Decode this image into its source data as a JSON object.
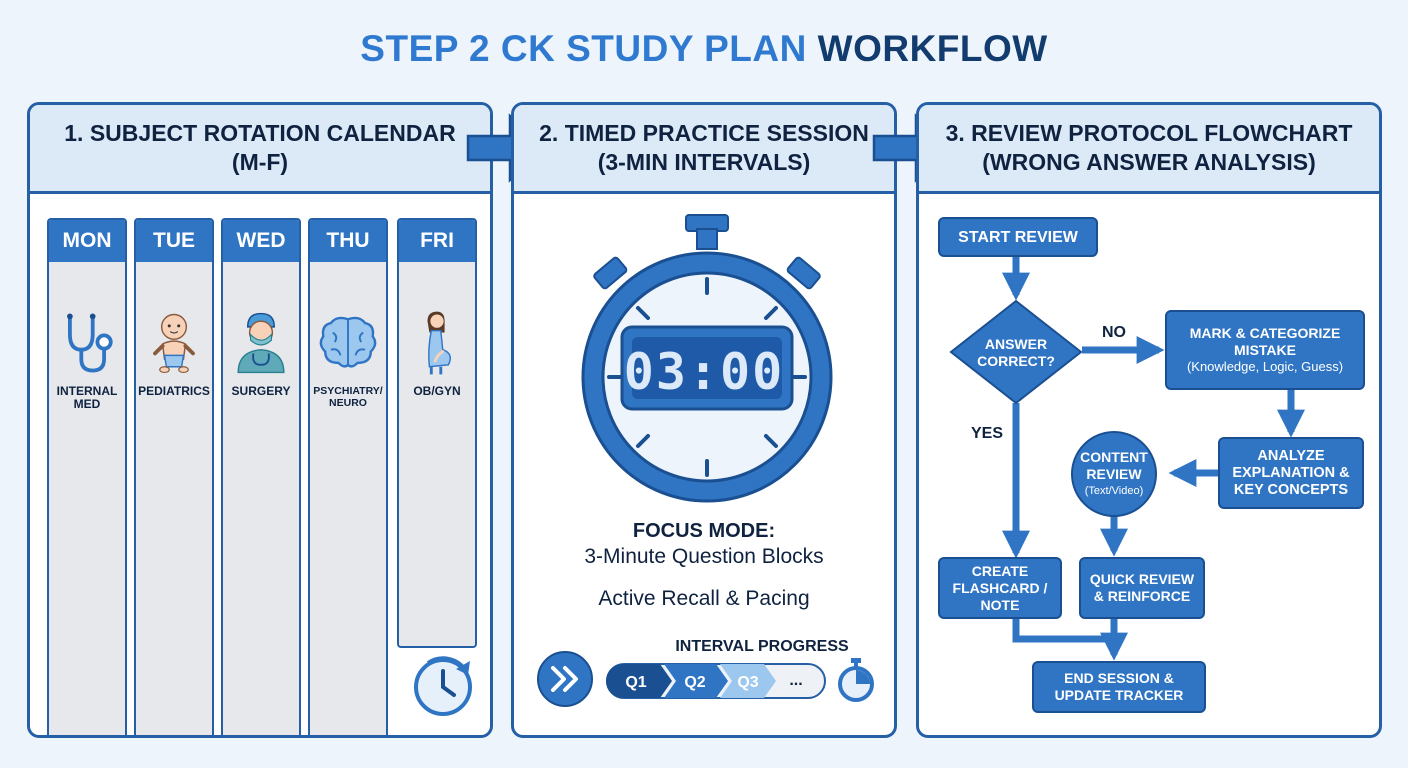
{
  "title": {
    "light": "STEP 2 CK STUDY PLAN",
    "dark": "WORKFLOW"
  },
  "panels": {
    "calendar": {
      "line1": "1. SUBJECT ROTATION CALENDAR",
      "line2": "(M-F)"
    },
    "timer": {
      "line1": "2. TIMED PRACTICE SESSION",
      "line2": "(3-MIN INTERVALS)"
    },
    "review": {
      "line1": "3. REVIEW PROTOCOL FLOWCHART",
      "line2": "(WRONG ANSWER ANALYSIS)"
    }
  },
  "days": [
    {
      "name": "MON",
      "line1": "INTERNAL",
      "line2": "MED",
      "icon": "stethoscope-icon"
    },
    {
      "name": "TUE",
      "line1": "PEDIATRICS",
      "line2": "",
      "icon": "baby-icon"
    },
    {
      "name": "WED",
      "line1": "SURGERY",
      "line2": "",
      "icon": "surgeon-icon"
    },
    {
      "name": "THU",
      "line1": "PSYCHIATRY/",
      "line2": "NEURO",
      "icon": "brain-icon"
    },
    {
      "name": "FRI",
      "line1": "OB/GYN",
      "line2": "",
      "icon": "pregnant-woman-icon"
    }
  ],
  "timer": {
    "display": "03:00",
    "focus_title": "FOCUS MODE:",
    "focus_line1": "3-Minute Question Blocks",
    "focus_line2": "Active Recall & Pacing",
    "progress_title": "INTERVAL PROGRESS",
    "segments": [
      "Q1",
      "Q2",
      "Q3",
      "..."
    ]
  },
  "flowchart": {
    "start": "START REVIEW",
    "decision_line1": "ANSWER",
    "decision_line2": "CORRECT?",
    "no_label": "NO",
    "yes_label": "YES",
    "mark_line1": "MARK & CATEGORIZE",
    "mark_line2": "MISTAKE",
    "mark_sub": "(Knowledge, Logic, Guess)",
    "analyze_line1": "ANALYZE",
    "analyze_line2": "EXPLANATION &",
    "analyze_line3": "KEY CONCEPTS",
    "content_line1": "CONTENT",
    "content_line2": "REVIEW",
    "content_sub": "(Text/Video)",
    "flashcard_line1": "CREATE",
    "flashcard_line2": "FLASHCARD /",
    "flashcard_line3": "NOTE",
    "quick_line1": "QUICK REVIEW",
    "quick_line2": "& REINFORCE",
    "end_line1": "END SESSION &",
    "end_line2": "UPDATE TRACKER"
  },
  "colors": {
    "accent": "#2f75c4",
    "dark": "#255fa6",
    "panel_head": "#dce9f7",
    "background": "#eef4fb"
  }
}
